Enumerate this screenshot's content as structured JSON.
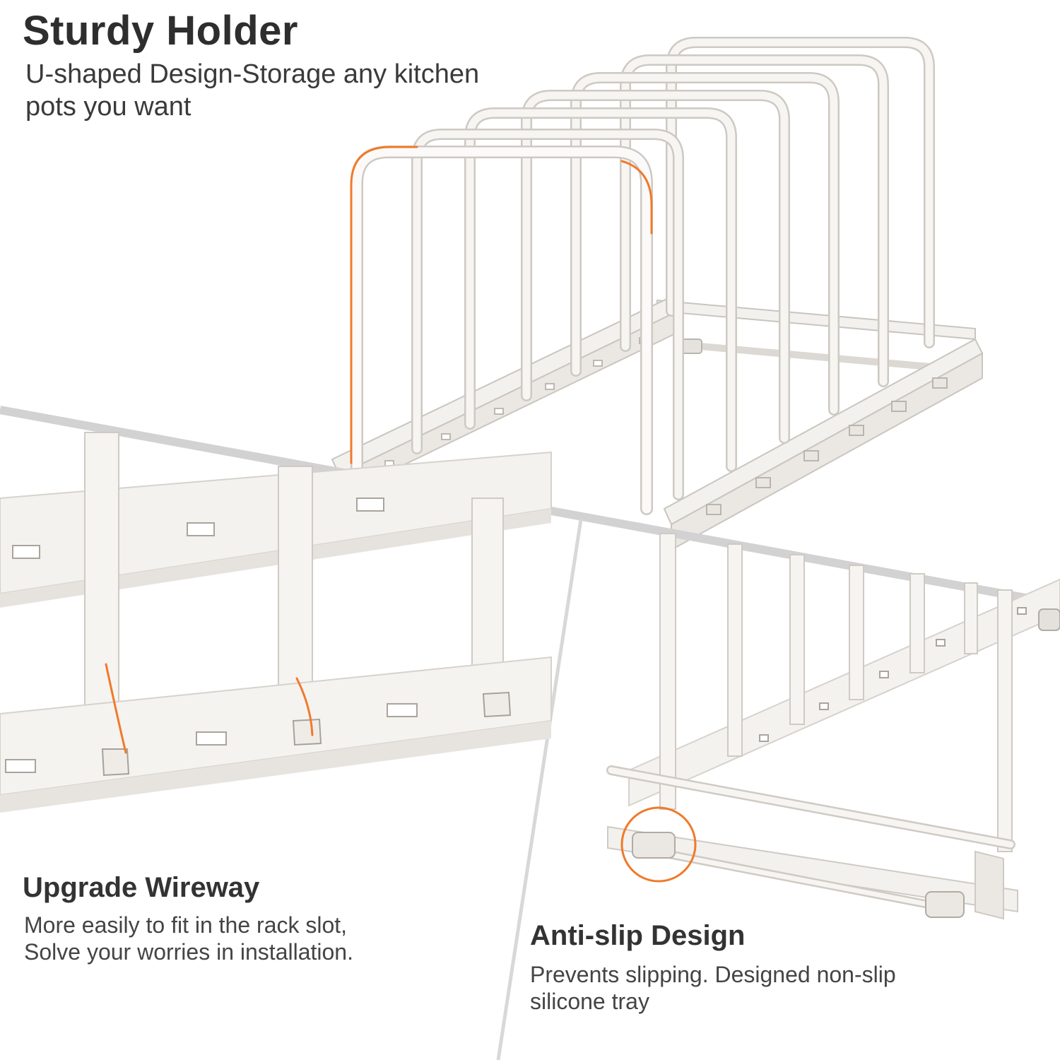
{
  "sturdy_holder": {
    "title": "Sturdy Holder",
    "line1": "U-shaped Design-Storage any kitchen",
    "line2": "pots you want"
  },
  "upgrade_wireway": {
    "title": "Upgrade Wireway",
    "line1": "More easily to fit in the rack slot,",
    "line2": "Solve your worries in installation."
  },
  "anti_slip": {
    "title": "Anti-slip Design",
    "line1": "Prevents slipping. Designed non-slip",
    "line2": "silicone tray"
  },
  "colors": {
    "accent": "#f07a2a",
    "rack": "#f3f1ee",
    "rack_edge": "#c9c5bf",
    "divider": "#cfcfcf"
  }
}
